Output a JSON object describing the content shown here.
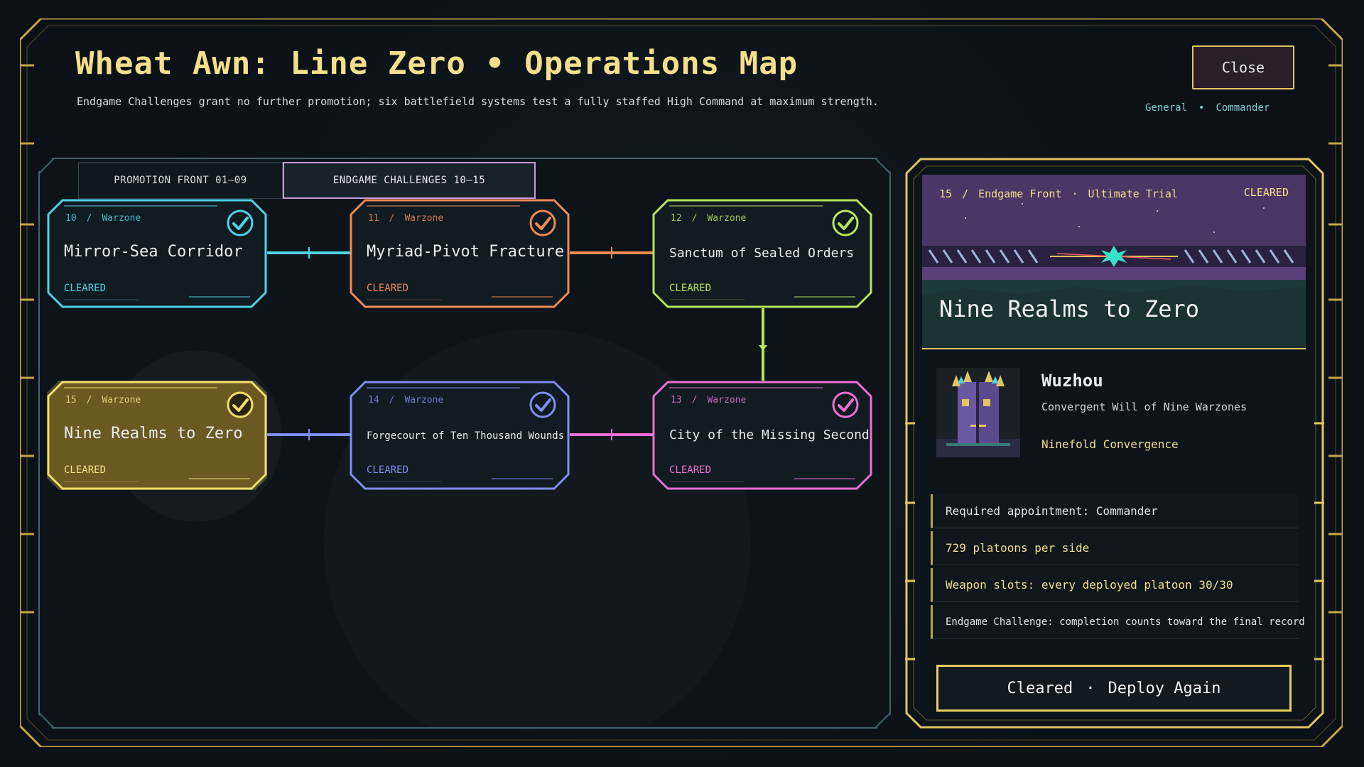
{
  "header": {
    "title": "Wheat Awn: Line Zero  •  Operations Map",
    "subtitle": "Endgame Challenges grant no further promotion; six battlefield systems test a fully staffed High Command at maximum strength.",
    "close_label": "Close",
    "rank": {
      "left": "General",
      "separator": "•",
      "right": "Commander"
    }
  },
  "tabs": [
    {
      "label": "PROMOTION FRONT 01–09",
      "active": false
    },
    {
      "label": "ENDGAME CHALLENGES 10–15",
      "active": true
    }
  ],
  "nodes": [
    {
      "num": "10",
      "sep": "/",
      "kind": "Warzone",
      "name": "Mirror-Sea Corridor",
      "status": "CLEARED",
      "color": "#4fd3e6"
    },
    {
      "num": "11",
      "sep": "/",
      "kind": "Warzone",
      "name": "Myriad-Pivot Fracture",
      "status": "CLEARED",
      "color": "#ef8a55"
    },
    {
      "num": "12",
      "sep": "/",
      "kind": "Warzone",
      "name": "Sanctum of Sealed Orders",
      "status": "CLEARED",
      "color": "#b7e65b"
    },
    {
      "num": "15",
      "sep": "/",
      "kind": "Warzone",
      "name": "Nine Realms to Zero",
      "status": "CLEARED",
      "color": "#f4df6a"
    },
    {
      "num": "14",
      "sep": "/",
      "kind": "Warzone",
      "name": "Forgecourt of Ten Thousand Wounds",
      "status": "CLEARED",
      "color": "#7f8ef0"
    },
    {
      "num": "13",
      "sep": "/",
      "kind": "Warzone",
      "name": "City of the Missing Second",
      "status": "CLEARED",
      "color": "#ec6fd4"
    }
  ],
  "detail": {
    "banner": {
      "num": "15",
      "sep": "/",
      "front": "Endgame Front",
      "dot": "·",
      "trial": "Ultimate Trial",
      "status": "CLEARED",
      "name": "Nine Realms to Zero"
    },
    "boss": {
      "name": "Wuzhou",
      "title": "Convergent Will of Nine Warzones",
      "tag": "Ninefold Convergence"
    },
    "requirements": [
      "Required appointment: Commander",
      "729 platoons per side",
      "Weapon slots: every deployed platoon 30/30",
      "Endgame Challenge: completion counts toward the final record"
    ],
    "deploy": {
      "status": "Cleared",
      "dot": "·",
      "action": "Deploy Again"
    }
  },
  "colors": {
    "accent": "#e8cc5e",
    "frame": "#c9a544",
    "panel_border": "#3f6470",
    "background": "#0b1116"
  }
}
